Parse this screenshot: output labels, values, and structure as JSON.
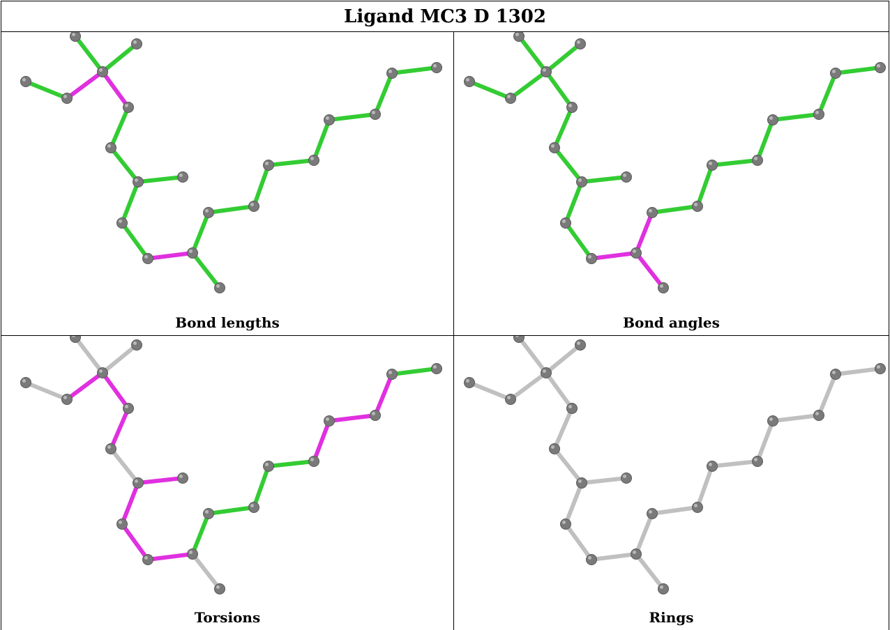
{
  "title": "Ligand MC3 D 1302",
  "panels": [
    {
      "caption": "Bond lengths"
    },
    {
      "caption": "Bond angles"
    },
    {
      "caption": "Torsions"
    },
    {
      "caption": "Rings"
    }
  ],
  "colors": {
    "green": "#33cc33",
    "magenta": "#e030e0",
    "gray": "#c0c0c0",
    "atom": "#7a7a7a"
  }
}
